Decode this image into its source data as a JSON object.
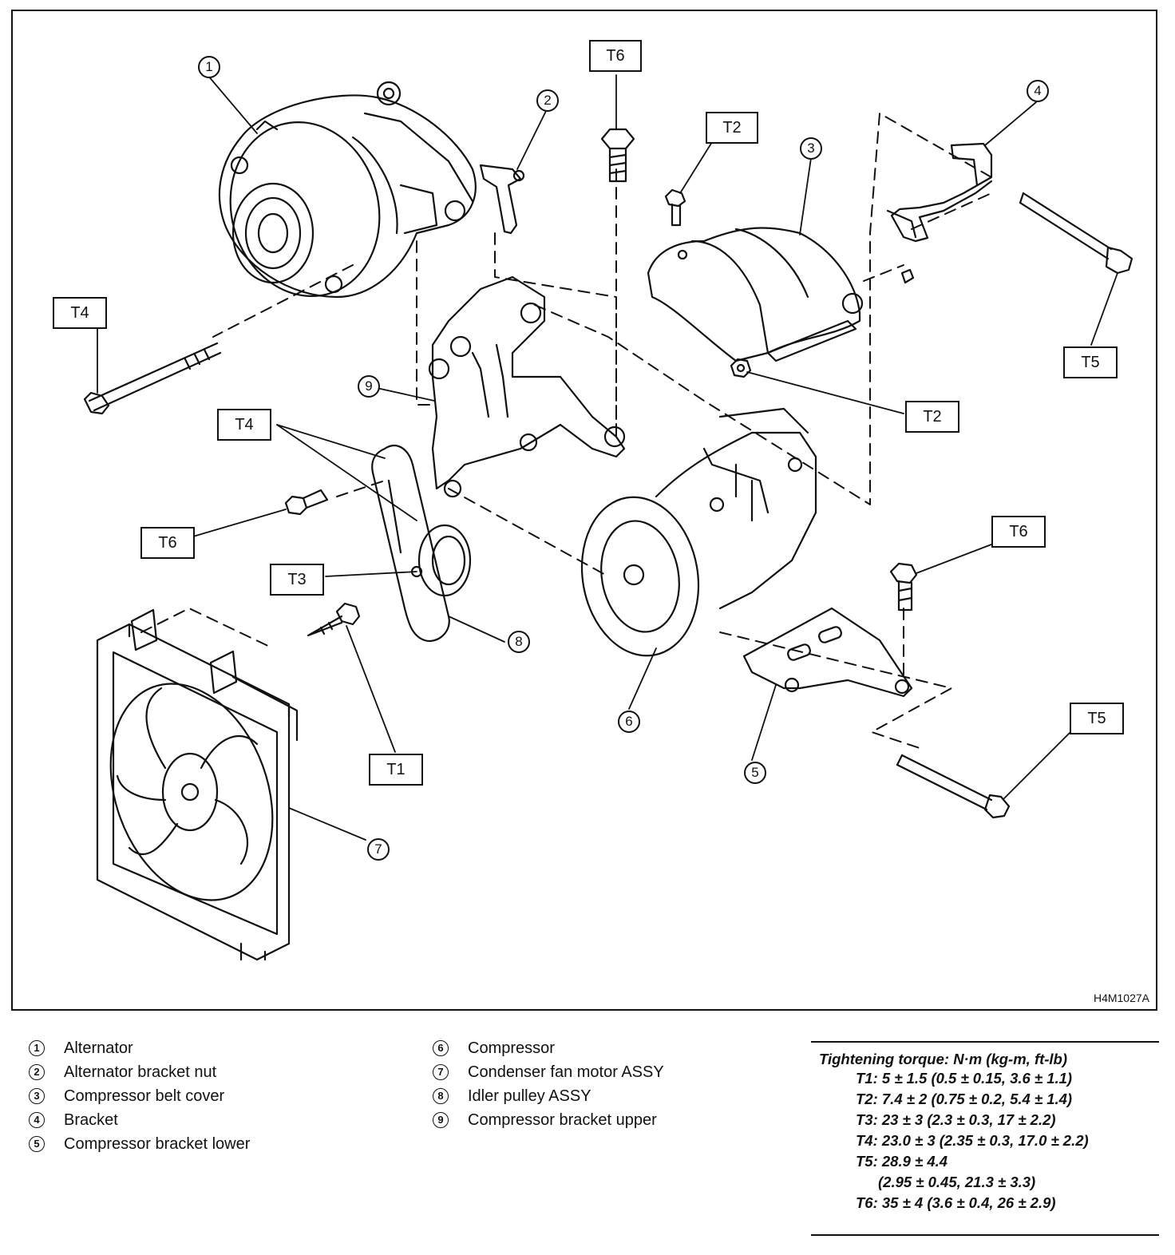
{
  "figure": {
    "code": "H4M1027A",
    "callouts": [
      "1",
      "2",
      "3",
      "4",
      "5",
      "6",
      "7",
      "8",
      "9"
    ],
    "torque_tags": {
      "t6_top": "T6",
      "t2_upper": "T2",
      "t4_left": "T4",
      "t5_right": "T5",
      "t2_lower": "T2",
      "t4_mid": "T4",
      "t6_left": "T6",
      "t3": "T3",
      "t6_right": "T6",
      "t1": "T1",
      "t5_bottom": "T5"
    }
  },
  "legend": {
    "left": [
      {
        "num": "1",
        "label": "Alternator"
      },
      {
        "num": "2",
        "label": "Alternator bracket nut"
      },
      {
        "num": "3",
        "label": "Compressor belt cover"
      },
      {
        "num": "4",
        "label": "Bracket"
      },
      {
        "num": "5",
        "label": "Compressor bracket lower"
      }
    ],
    "right": [
      {
        "num": "6",
        "label": "Compressor"
      },
      {
        "num": "7",
        "label": "Condenser fan motor ASSY"
      },
      {
        "num": "8",
        "label": "Idler pulley ASSY"
      },
      {
        "num": "9",
        "label": "Compressor bracket upper"
      }
    ]
  },
  "torque": {
    "heading": "Tightening torque: N·m (kg-m, ft-lb)",
    "rows": [
      "T1: 5 ± 1.5 (0.5 ± 0.15, 3.6 ± 1.1)",
      "T2: 7.4 ± 2 (0.75 ± 0.2, 5.4 ± 1.4)",
      "T3: 23 ± 3 (2.3 ± 0.3, 17 ± 2.2)",
      "T4: 23.0 ± 3 (2.35 ± 0.3, 17.0 ± 2.2)",
      "T5: 28.9 ± 4.4",
      "(2.95 ± 0.45, 21.3 ± 3.3)",
      "T6: 35 ± 4 (3.6 ± 0.4, 26 ± 2.9)"
    ]
  }
}
